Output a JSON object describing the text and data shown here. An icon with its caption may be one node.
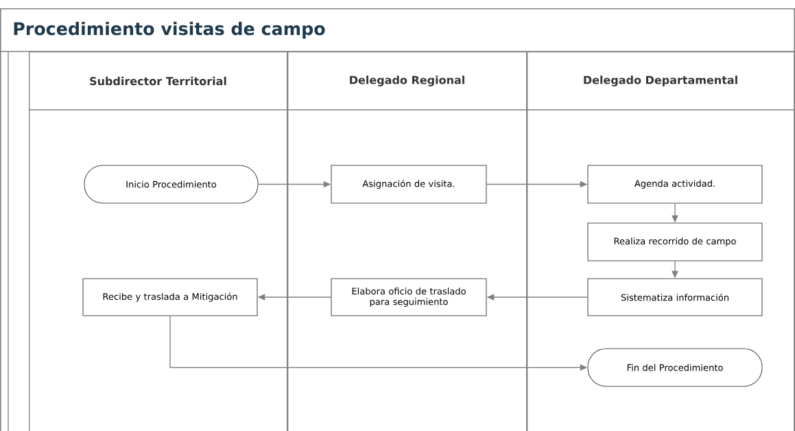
{
  "diagram": {
    "nodes": [
      {
        "text": [
          "Procedimiento visitas de campo"
        ]
      },
      {
        "text": [
          "Subdirector Territorial"
        ],
        "in": 0
      },
      {
        "text": [
          "Delegado Regional"
        ],
        "in": 0
      },
      {
        "text": [
          "Delegado Departamental"
        ],
        "in": 0
      },
      {
        "text": [
          "Inicio Procedimiento"
        ],
        "in": 1
      },
      {
        "text": [
          "Asignación de visita."
        ],
        "in": 2
      },
      {
        "text": [
          "Agenda actividad."
        ],
        "in": 3
      },
      {
        "text": [
          "Realiza recorrido de campo"
        ],
        "in": 3
      },
      {
        "text": [
          "Sistematiza información"
        ],
        "in": 3
      },
      {
        "text": [
          "Elabora oficio de traslado para seguimiento"
        ],
        "in": 2
      },
      {
        "text": [
          "Recibe y traslada a Mitigación"
        ],
        "in": 1
      },
      {
        "text": [
          "Fin del Procedimiento"
        ],
        "in": 3
      }
    ],
    "edges": [
      {
        "from": 4,
        "to": 5,
        "arrow": "to"
      },
      {
        "from": 5,
        "to": 6,
        "arrow": "to"
      },
      {
        "from": 6,
        "to": 7,
        "arrow": "to"
      },
      {
        "from": 7,
        "to": 8,
        "arrow": "to"
      },
      {
        "from": 8,
        "to": 9,
        "arrow": "to"
      },
      {
        "from": 9,
        "to": 10,
        "arrow": "to"
      },
      {
        "from": 10,
        "to": 11,
        "arrow": "to"
      }
    ]
  }
}
